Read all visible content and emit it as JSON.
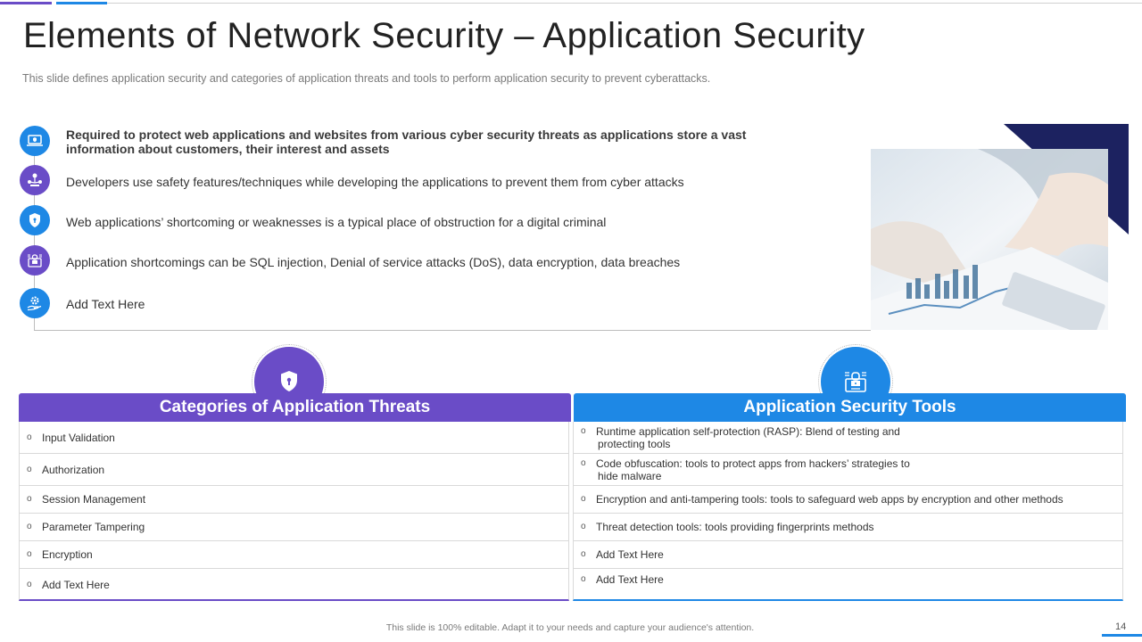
{
  "title": "Elements of Network Security – Application Security",
  "subtitle": "This slide defines application security and categories of application threats and tools to perform application security to prevent  cyberattacks.",
  "points": [
    {
      "line1": "Required to protect web applications and websites from various cyber security threats as applications store a vast",
      "line2": "information about customers, their interest and assets",
      "icon": "laptop-shield-icon",
      "color": "#1e88e5"
    },
    {
      "line1": "Developers use safety features/techniques while developing the applications to prevent them from cyber attacks",
      "icon": "network-icon",
      "color": "#6a4cc7"
    },
    {
      "line1": "Web applications’ shortcoming or weaknesses is a typical place of obstruction for a digital criminal",
      "icon": "shield-icon",
      "color": "#1e88e5"
    },
    {
      "line1": "Application shortcomings can be SQL injection, Denial of service attacks (DoS), data encryption, data breaches",
      "icon": "security-device-icon",
      "color": "#6a4cc7"
    },
    {
      "line1": "Add Text Here",
      "icon": "hand-gear-icon",
      "color": "#1e88e5"
    }
  ],
  "threats": {
    "header": "Categories of Application Threats",
    "icon": "shield-lock-icon",
    "bullet": "o",
    "items": [
      "Input Validation",
      "Authorization",
      "Session Management",
      "Parameter Tampering",
      "Encryption",
      "Add Text Here"
    ]
  },
  "tools": {
    "header": "Application Security Tools",
    "icon": "secure-computer-icon",
    "bullet": "o",
    "items": [
      {
        "line1": "Runtime application self-protection (RASP): Blend of testing and",
        "line2": "protecting tools"
      },
      {
        "line1": "Code obfuscation: tools to protect apps from hackers’ strategies to",
        "line2": "hide malware"
      },
      {
        "line1": "Encryption and anti-tampering tools: tools to safeguard web apps by encryption and other methods"
      },
      {
        "line1": "Threat detection tools: tools providing fingerprints methods"
      },
      {
        "line1": "Add Text Here"
      },
      {
        "line1": "Add Text Here"
      }
    ]
  },
  "footer": "This slide is 100% editable.  Adapt it to your needs and capture your audience's attention.",
  "page_number": "14",
  "colors": {
    "purple": "#6a4cc7",
    "blue": "#1e88e5",
    "navy": "#1c2260"
  }
}
